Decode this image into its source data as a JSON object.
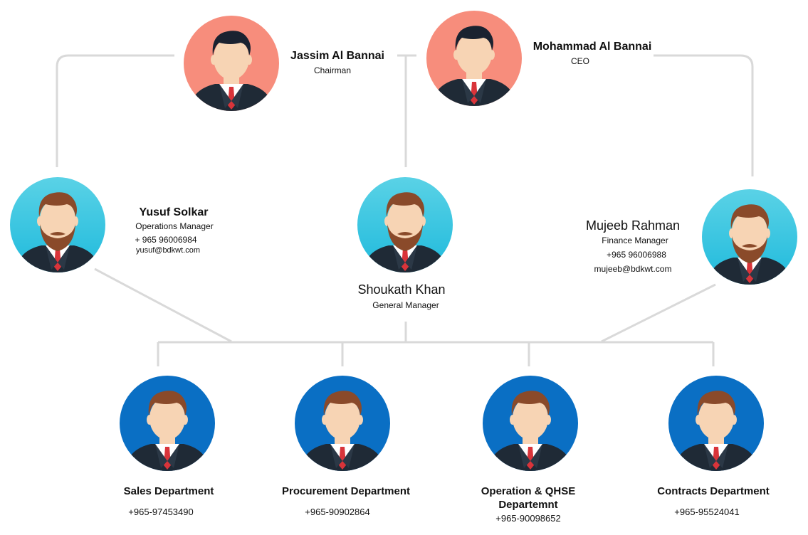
{
  "colors": {
    "connector": "#d9d9d9",
    "top_bg": "#f78d7c",
    "mid_bg_top": "#5ad2e6",
    "mid_bg_bottom": "#1fbadc",
    "dept_bg": "#0a6fc4",
    "suit": "#1f2a36",
    "shirt": "#ffffff",
    "tie": "#d9343a",
    "skin": "#f7d4b4",
    "hair": "#1b2230",
    "hair_brown": "#8a4a2a",
    "beard": "#8a4a2a"
  },
  "icons": [
    "chairman-avatar-icon",
    "ceo-avatar-icon",
    "operations-manager-avatar-icon",
    "general-manager-avatar-icon",
    "finance-manager-avatar-icon",
    "sales-avatar-icon",
    "procurement-avatar-icon",
    "operation-qhse-avatar-icon",
    "contracts-avatar-icon"
  ],
  "people": {
    "chairman": {
      "name": "Jassim Al Bannai",
      "role": "Chairman"
    },
    "ceo": {
      "name": "Mohammad Al Bannai",
      "role": "CEO"
    },
    "ops": {
      "name": "Yusuf Solkar",
      "role": "Operations Manager",
      "phone": "+ 965 96006984",
      "email": "yusuf@bdkwt.com"
    },
    "gm": {
      "name": "Shoukath Khan",
      "role": "General Manager"
    },
    "fin": {
      "name": "Mujeeb Rahman",
      "role": "Finance Manager",
      "phone": "+965 96006988",
      "email": "mujeeb@bdkwt.com"
    }
  },
  "departments": [
    {
      "name": "Sales Department",
      "phone": "+965-97453490"
    },
    {
      "name": "Procurement Department",
      "phone": "+965-90902864"
    },
    {
      "name_line1": "Operation & QHSE",
      "name_line2": "Departemnt",
      "phone": "+965-90098652"
    },
    {
      "name": "Contracts Department",
      "phone": "+965-95524041"
    }
  ]
}
